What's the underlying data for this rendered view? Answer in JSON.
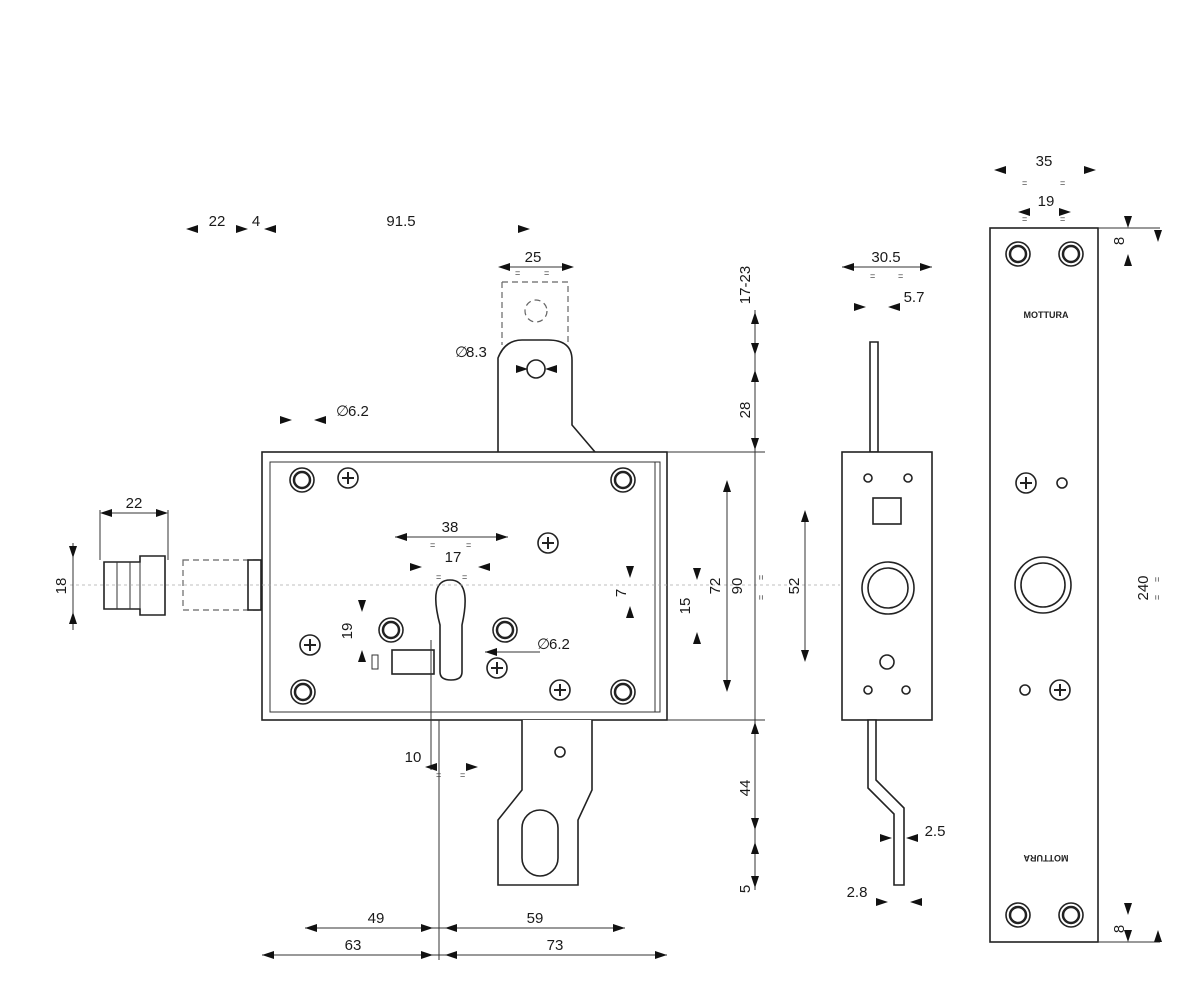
{
  "diagram": {
    "brand": "MOTTURA",
    "dimensions": {
      "d22a": "22",
      "d4": "4",
      "d91_5": "91.5",
      "d25": "25",
      "dia8_3": "8.3",
      "dia6_2a": "6.2",
      "d22b": "22",
      "dia18": "18",
      "d38": "38",
      "d17": "17",
      "d19a": "19",
      "dia6_2b": "6.2",
      "d10": "10",
      "d7": "7",
      "d15": "15",
      "d72": "72",
      "d90": "90",
      "d52": "52",
      "d17_23": "17-23",
      "d28": "28",
      "d44": "44",
      "d5": "5",
      "d49": "49",
      "d59": "59",
      "d63": "63",
      "d73": "73",
      "d30_5": "30.5",
      "d5_7": "5.7",
      "d2_5": "2.5",
      "d2_8": "2.8",
      "d35": "35",
      "d19b": "19",
      "d8a": "8",
      "d240": "240",
      "d8b": "8"
    },
    "symbols": {
      "diameter": "∅",
      "equal": "="
    }
  }
}
